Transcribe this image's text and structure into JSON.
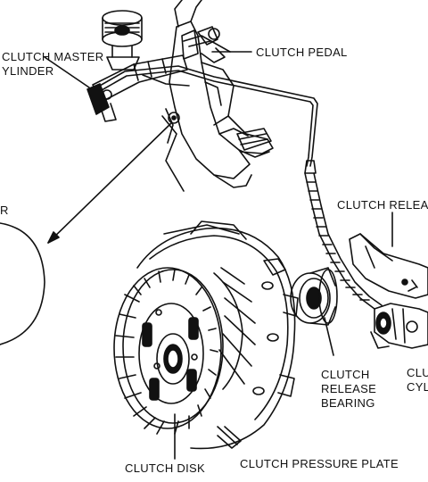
{
  "labels": {
    "master_cylinder_line1": "CLUTCH MASTER",
    "master_cylinder_line2": "YLINDER",
    "clutch_pedal": "CLUTCH PEDAL",
    "clutch_release_lever": "CLUTCH RELEA",
    "left_cutoff": "R",
    "release_bearing_line1": "CLUTCH",
    "release_bearing_line2": "RELEASE",
    "release_bearing_line3": "BEARING",
    "slave_cylinder_line1": "CLU",
    "slave_cylinder_line2": "CYL",
    "clutch_disk": "CLUTCH DISK",
    "pressure_plate": "CLUTCH PRESSURE PLATE"
  },
  "colors": {
    "ink": "#111111",
    "paper": "#ffffff"
  }
}
